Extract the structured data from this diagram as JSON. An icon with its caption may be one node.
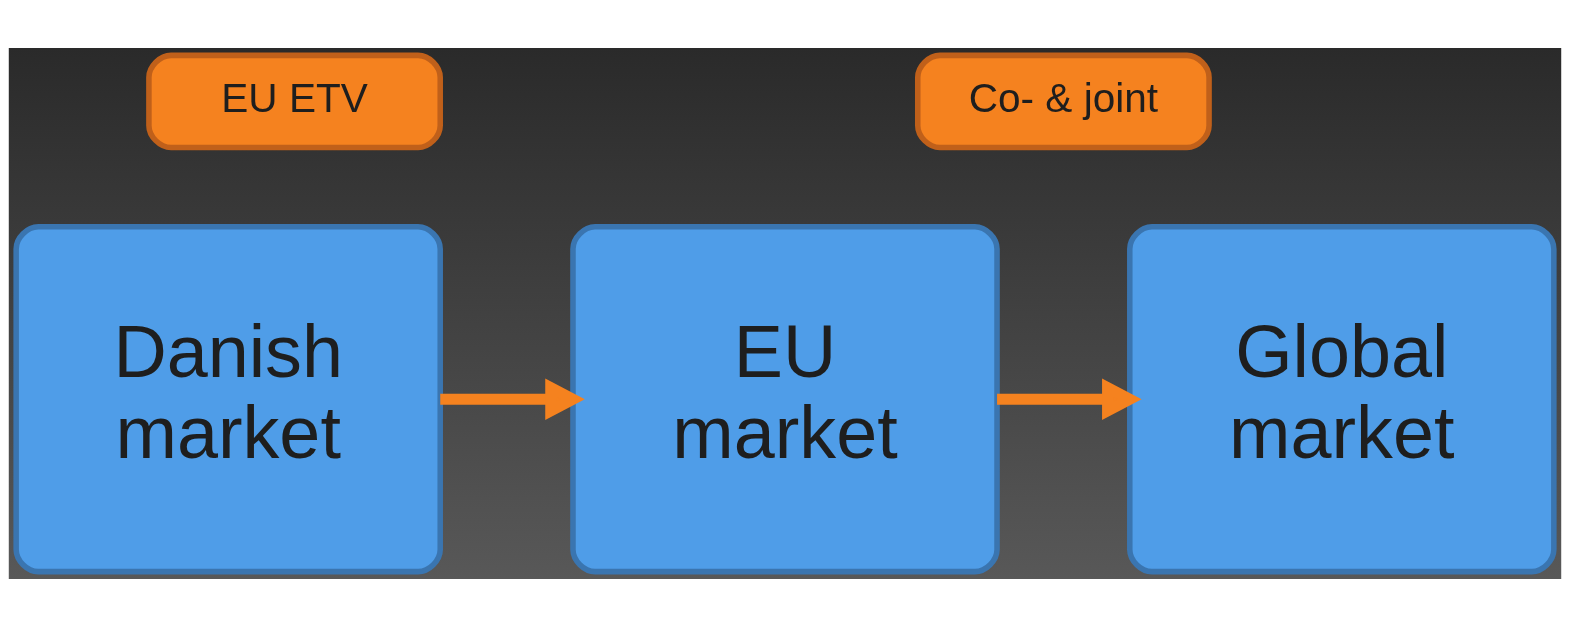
{
  "diagram": {
    "nodes": [
      {
        "text": [
          "EU ETV"
        ]
      },
      {
        "text": [
          "Co- & joint"
        ]
      },
      {
        "text": [
          "Danish market"
        ]
      },
      {
        "text": [
          "EU market"
        ]
      },
      {
        "text": [
          "Global market"
        ]
      }
    ],
    "edges": [
      {
        "from": 2,
        "to": 3,
        "arrow": "to"
      },
      {
        "from": 3,
        "to": 4,
        "arrow": "to"
      }
    ]
  }
}
